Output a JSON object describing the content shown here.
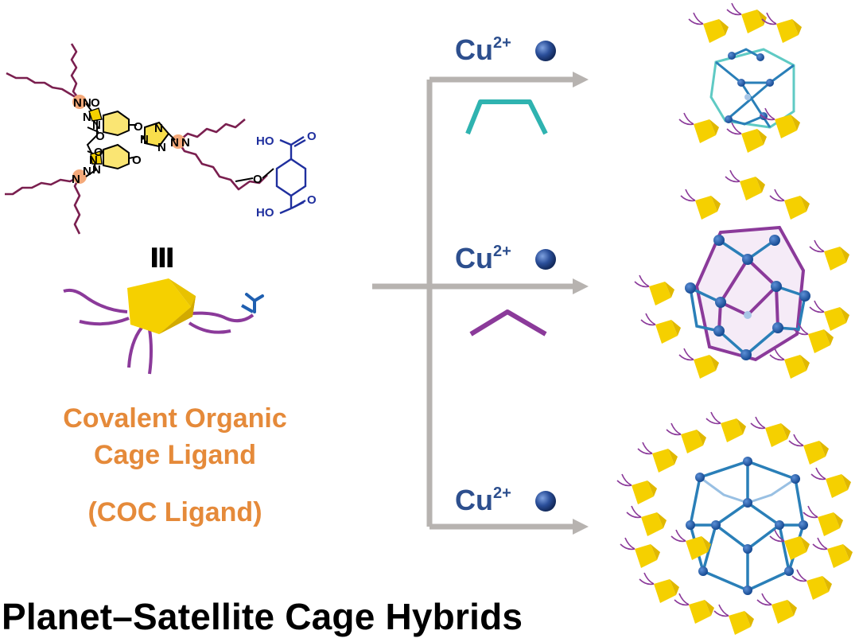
{
  "title": "Planet–Satellite Cage Hybrids",
  "ligand": {
    "name_line1": "Covalent Organic",
    "name_line2": "Cage Ligand",
    "abbrev": "(COC Ligand)",
    "equivalence": "Ⅲ"
  },
  "metal_ion": {
    "symbol": "Cu",
    "charge": "2+"
  },
  "atoms": {
    "N": "N",
    "O": "O",
    "HO": "HO"
  },
  "colors": {
    "orange": "#e58a3a",
    "metal_blue": "#2d4f8e",
    "cage_blue": "#1f6fb0",
    "teal_linker": "#2fb3b0",
    "purple_linker": "#8b3a9a",
    "chain_maroon": "#7a1f4f",
    "core_yellow": "#f5d000",
    "arrow_gray": "#b7b3b0"
  },
  "pathways": [
    {
      "linker": "teal-linker-icon"
    },
    {
      "linker": "purple-linker-icon"
    },
    {
      "linker": "none"
    }
  ]
}
